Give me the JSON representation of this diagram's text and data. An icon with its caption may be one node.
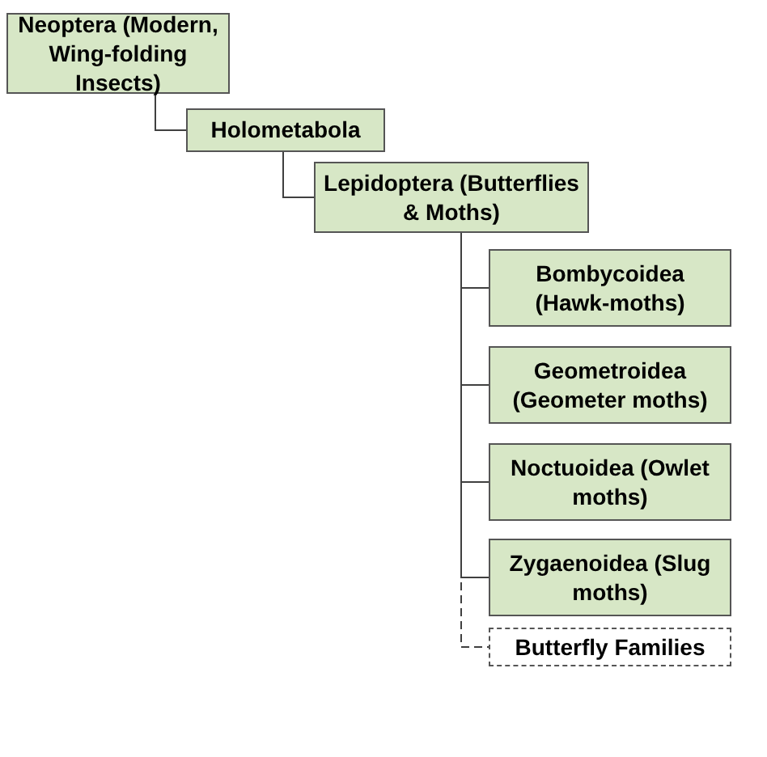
{
  "diagram": {
    "nodes": [
      {
        "text": [
          "Neoptera (Modern, Wing-folding Insects)"
        ]
      },
      {
        "text": [
          "Holometabola"
        ]
      },
      {
        "text": [
          "Lepidoptera (Butterflies & Moths)"
        ]
      },
      {
        "text": [
          "Bombycoidea (Hawk-moths)"
        ]
      },
      {
        "text": [
          "Geometroidea (Geometer moths)"
        ]
      },
      {
        "text": [
          "Noctuoidea (Owlet moths)"
        ]
      },
      {
        "text": [
          "Zygaenoidea (Slug moths)"
        ]
      },
      {
        "text": [
          "Butterfly Families"
        ]
      }
    ],
    "edges": [
      {
        "from": 0,
        "to": 1,
        "arrow": "none"
      },
      {
        "from": 1,
        "to": 2,
        "arrow": "none"
      },
      {
        "from": 2,
        "to": 3,
        "arrow": "none"
      },
      {
        "from": 2,
        "to": 4,
        "arrow": "none"
      },
      {
        "from": 2,
        "to": 5,
        "arrow": "none"
      },
      {
        "from": 2,
        "to": 6,
        "arrow": "none"
      },
      {
        "from": 2,
        "to": 7,
        "arrow": "none",
        "style": "dashed"
      }
    ]
  }
}
